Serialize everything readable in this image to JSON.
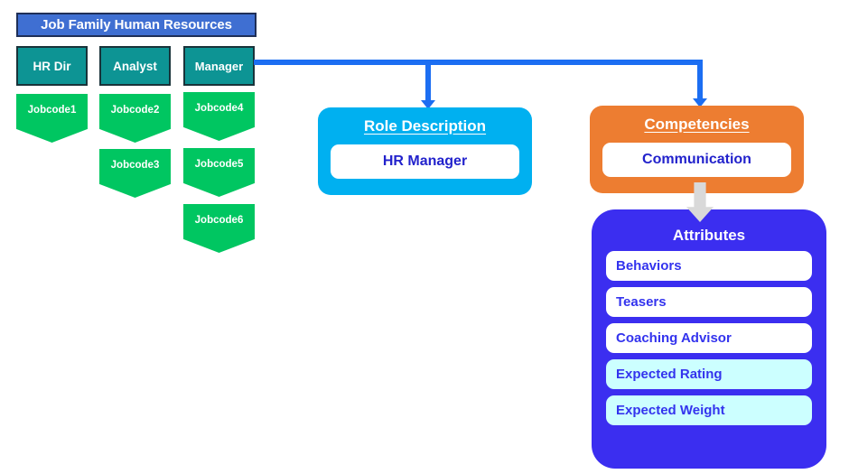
{
  "diagram": {
    "job_family": {
      "header_label": "Job Family Human Resources",
      "header_bg": "#3f6fd2",
      "roles": [
        {
          "label": "HR Dir"
        },
        {
          "label": "Analyst"
        },
        {
          "label": "Manager"
        }
      ],
      "role_bg": "#0d9494",
      "jobcodes": [
        {
          "label": "Jobcode1"
        },
        {
          "label": "Jobcode2"
        },
        {
          "label": "Jobcode3"
        },
        {
          "label": "Jobcode4"
        },
        {
          "label": "Jobcode5"
        },
        {
          "label": "Jobcode6"
        }
      ],
      "jobcode_bg": "#00c661"
    },
    "connector_color": "#1c6ef2",
    "role_description": {
      "title": "Role Description",
      "value": "HR Manager",
      "bg": "#00b0f0",
      "value_color": "#2222cc"
    },
    "competencies": {
      "title": "Competencies",
      "value": "Communication",
      "bg": "#ed7d31",
      "value_color": "#2222cc"
    },
    "flow_arrow_color": "#d9d9d9",
    "attributes": {
      "title": "Attributes",
      "bg": "#3b2ef0",
      "items": [
        {
          "label": "Behaviors",
          "bg": "#ffffff"
        },
        {
          "label": "Teasers",
          "bg": "#ffffff"
        },
        {
          "label": "Coaching Advisor",
          "bg": "#ffffff"
        },
        {
          "label": "Expected Rating",
          "bg": "#ccffff"
        },
        {
          "label": "Expected Weight",
          "bg": "#ccffff"
        }
      ],
      "item_text_color": "#3333ee"
    }
  }
}
